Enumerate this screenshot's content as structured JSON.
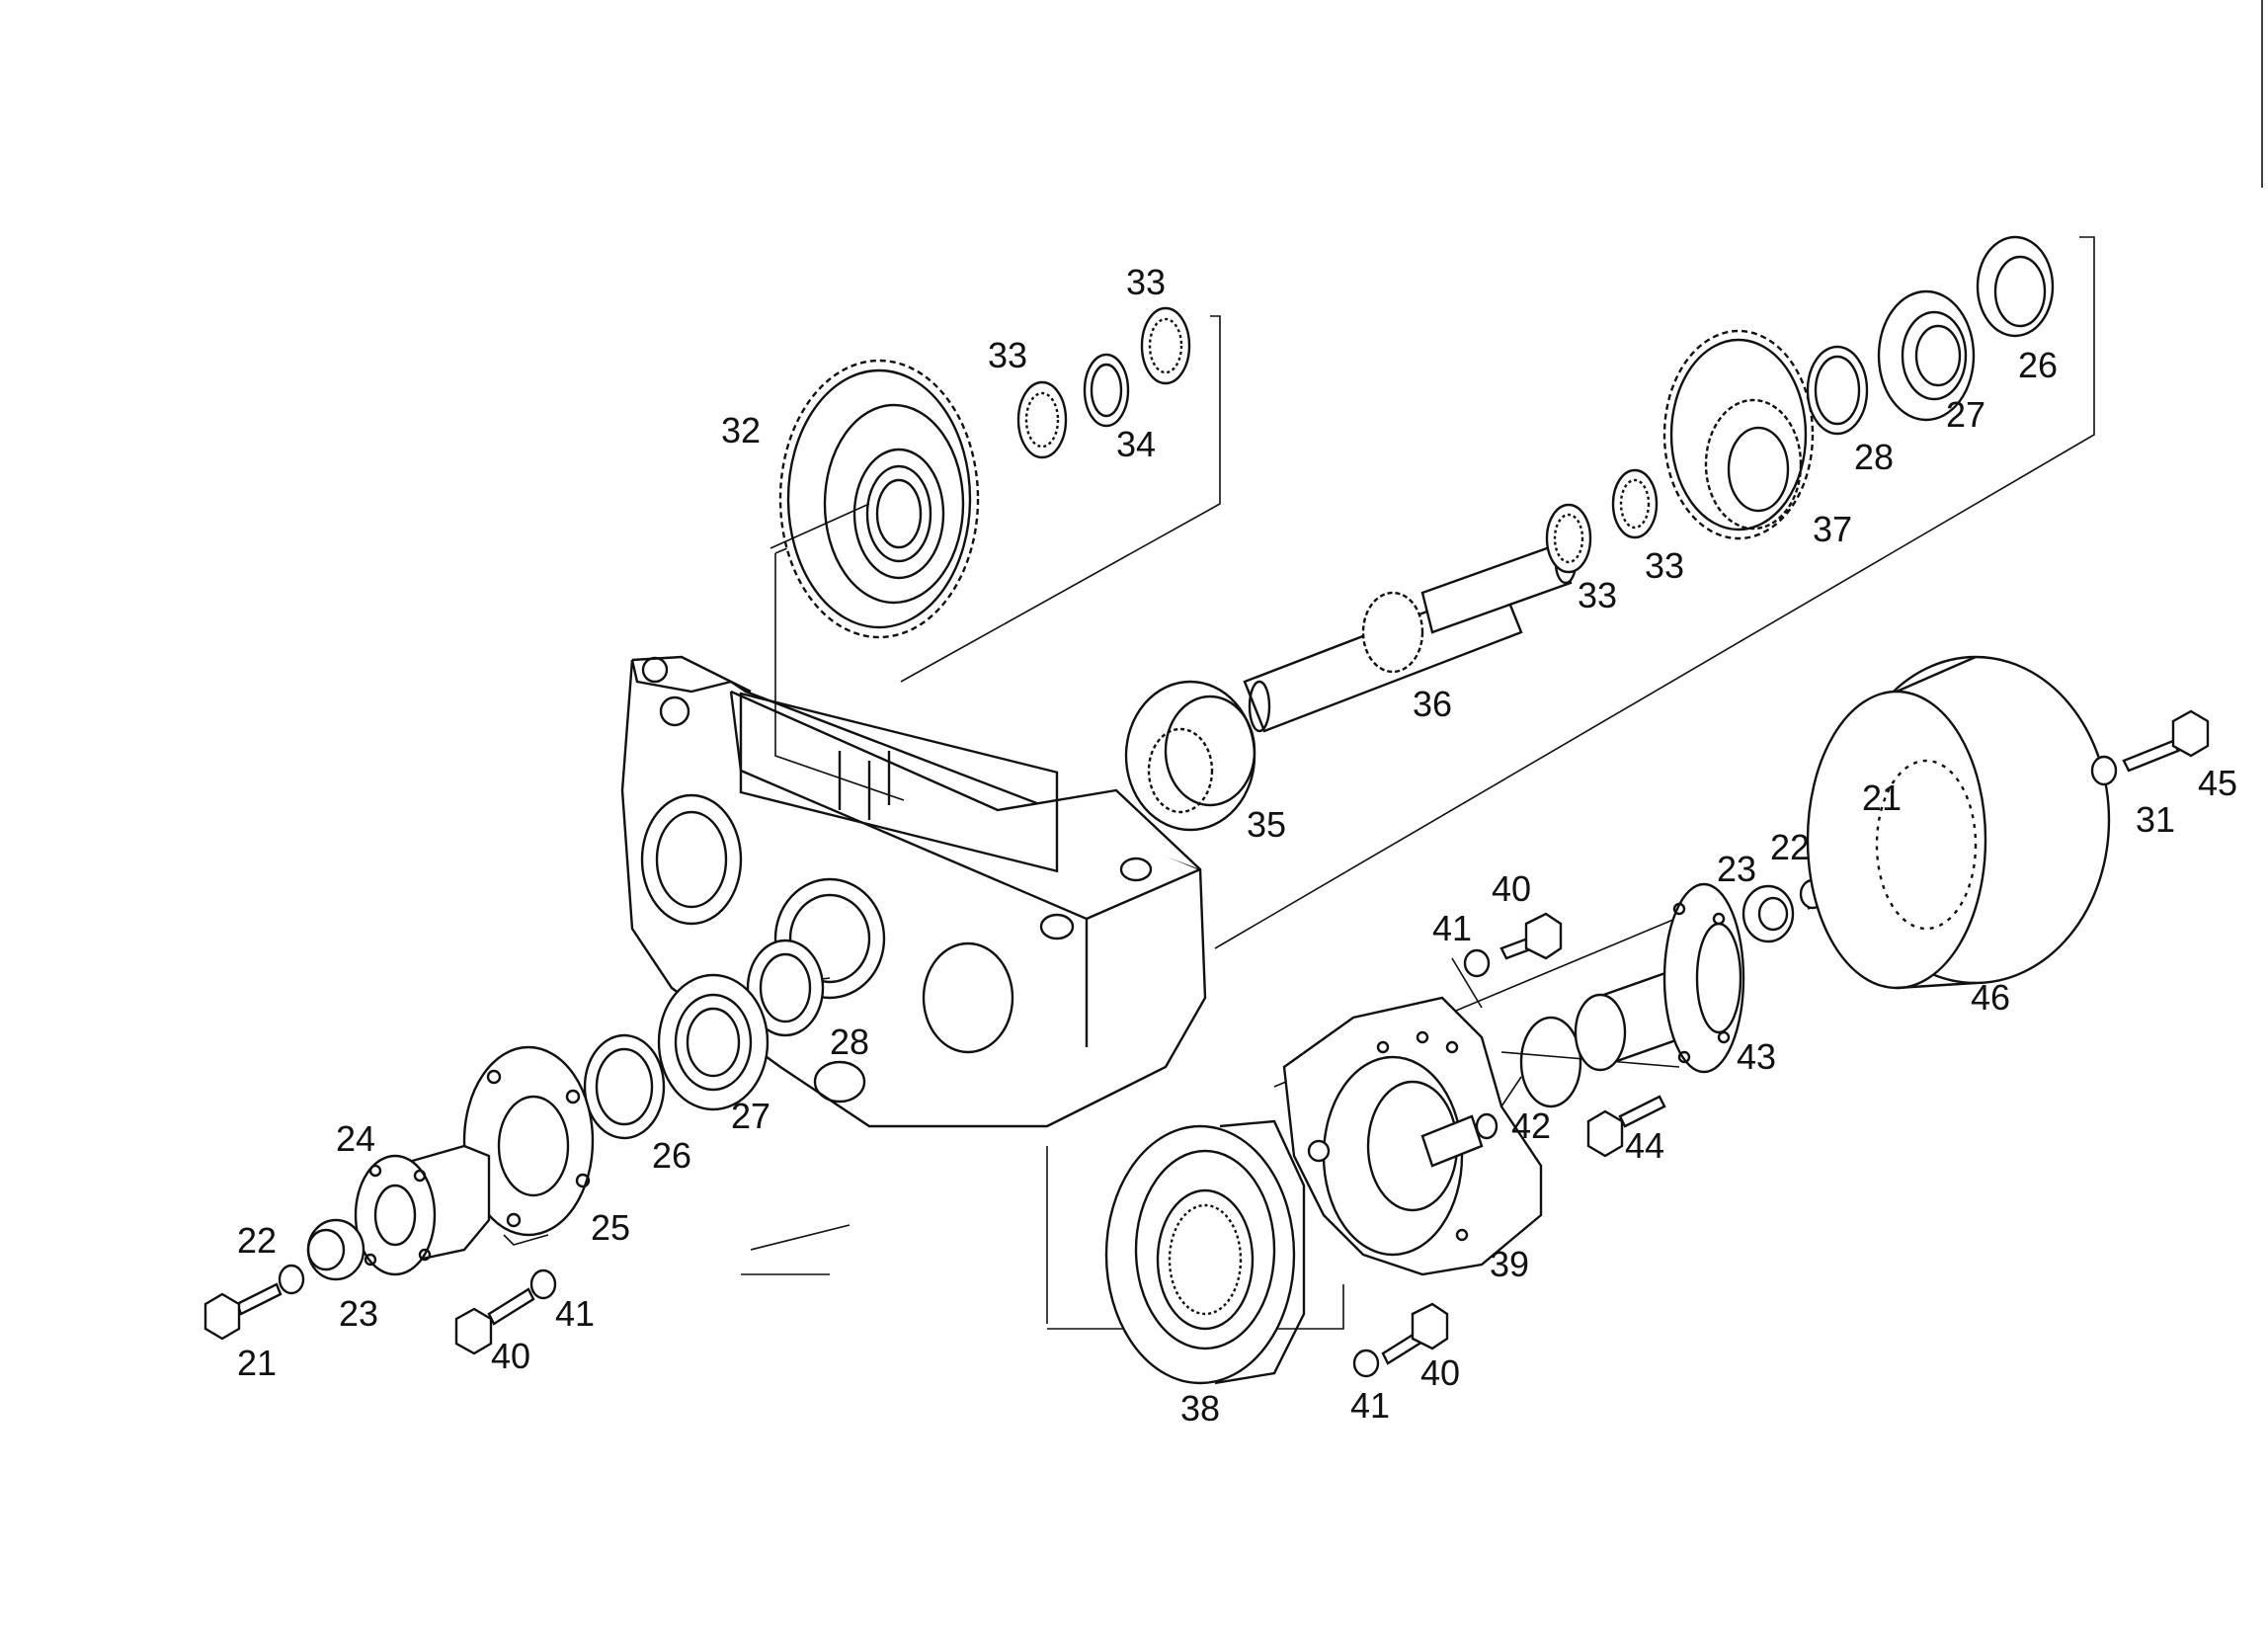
{
  "diagram": {
    "labels": {
      "p21a": "21",
      "p22a": "22",
      "p23a": "23",
      "p24": "24",
      "p25": "25",
      "p26a": "26",
      "p27a": "27",
      "p28a": "28",
      "p40a": "40",
      "p41a": "41",
      "p32": "32",
      "p33a": "33",
      "p33b": "33",
      "p34": "34",
      "p33c": "33",
      "p33d": "33",
      "p37": "37",
      "p28b": "28",
      "p27b": "27",
      "p26b": "26",
      "p36": "36",
      "p35": "35",
      "p21b": "21",
      "p22b": "22",
      "p23b": "23",
      "p31": "31",
      "p45": "45",
      "p46": "46",
      "p40b": "40",
      "p41b": "41",
      "p42": "42",
      "p43": "43",
      "p44": "44",
      "p39": "39",
      "p38": "38",
      "p41c": "41",
      "p40c": "40"
    }
  }
}
